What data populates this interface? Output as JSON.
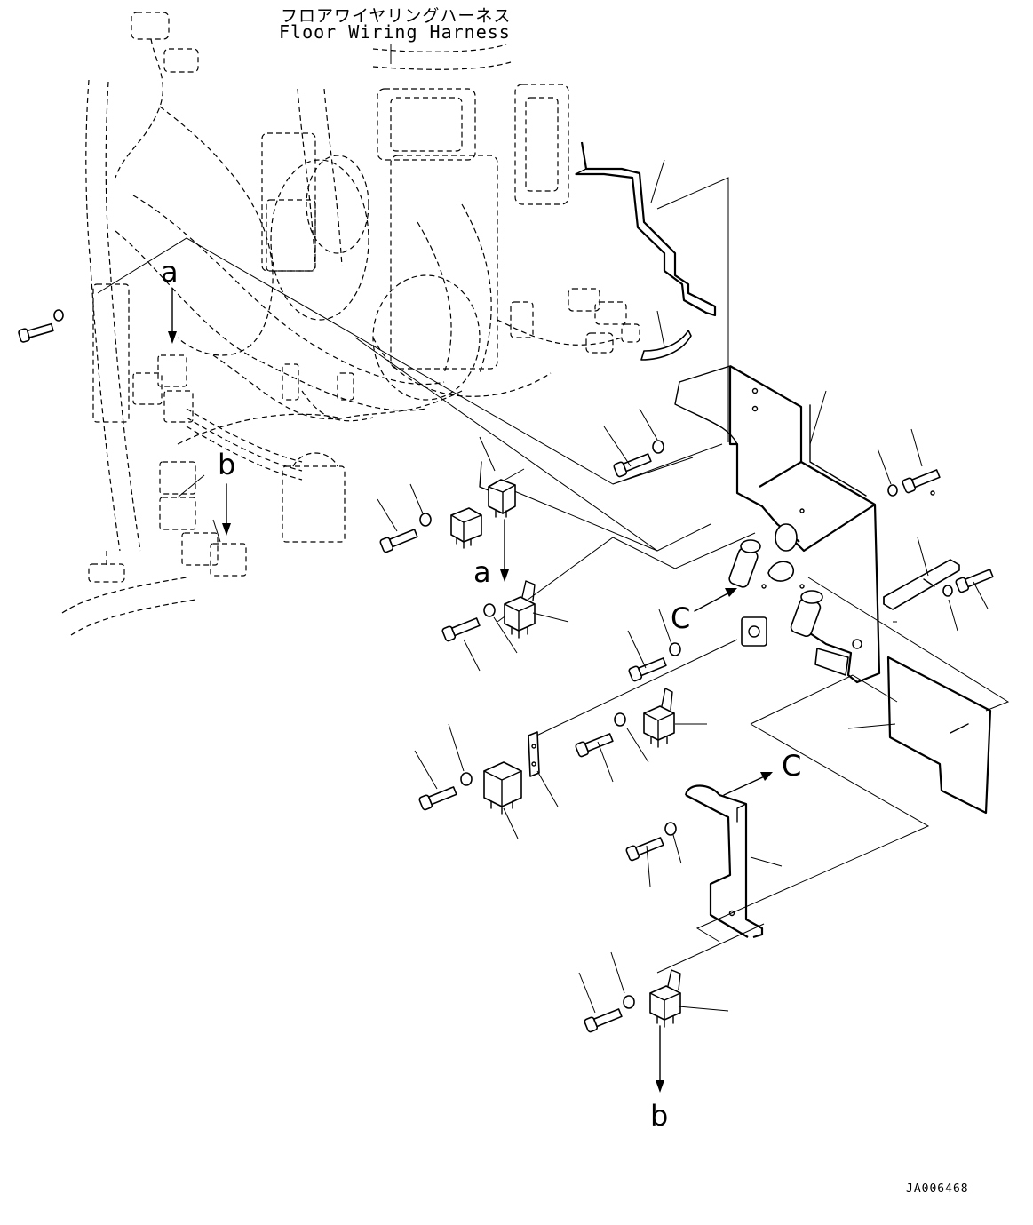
{
  "title": {
    "japanese": "フロアワイヤリングハーネス",
    "english": "Floor Wiring Harness"
  },
  "labels": {
    "a_top": "a",
    "a_mid": "a",
    "b_left": "b",
    "b_bottom": "b",
    "c_mid": "C",
    "c_low": "C"
  },
  "drawing_code": "JA006468"
}
